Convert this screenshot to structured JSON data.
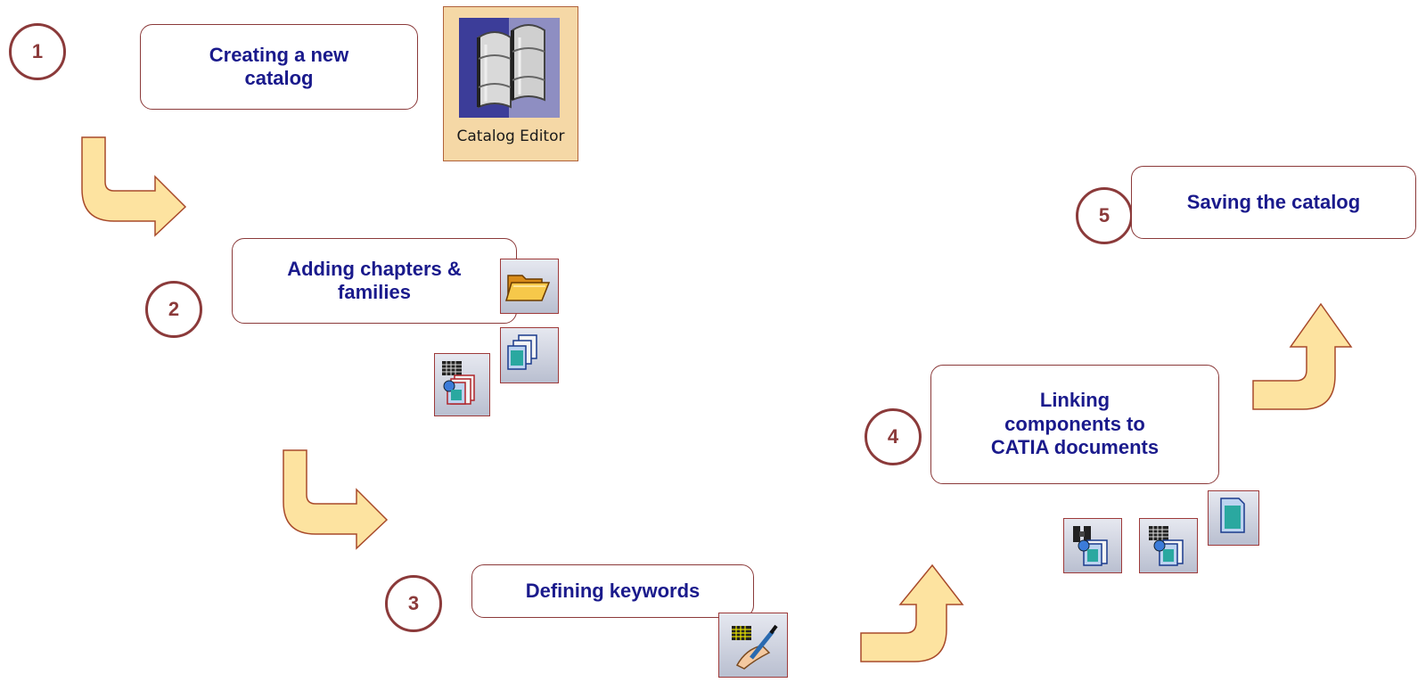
{
  "steps": [
    {
      "number": "1",
      "lines": [
        "Creating a new",
        "catalog"
      ]
    },
    {
      "number": "2",
      "lines": [
        "Adding chapters &",
        "families"
      ]
    },
    {
      "number": "3",
      "lines": [
        "Defining keywords"
      ]
    },
    {
      "number": "4",
      "lines": [
        "Linking",
        "components to",
        "CATIA documents"
      ]
    },
    {
      "number": "5",
      "lines": [
        "Saving the catalog"
      ]
    }
  ],
  "catalog_editor": {
    "label": "Catalog Editor",
    "icon": "catalog-editor-books-icon"
  },
  "icons": {
    "step2": [
      "add-chapter-folder-icon",
      "add-family-icon",
      "add-component-icon"
    ],
    "step3": [
      "add-keyword-icon"
    ],
    "step4": [
      "add-link-binoculars-icon",
      "add-component-link-icon",
      "add-document-icon"
    ]
  },
  "colors": {
    "box_border": "#8b3a3a",
    "text": "#1a1a8c",
    "arrow_fill": "#fde3a0",
    "arrow_stroke": "#a84a2a",
    "editor_bg": "#f5d8a6",
    "editor_accent": "#3c3d99"
  }
}
